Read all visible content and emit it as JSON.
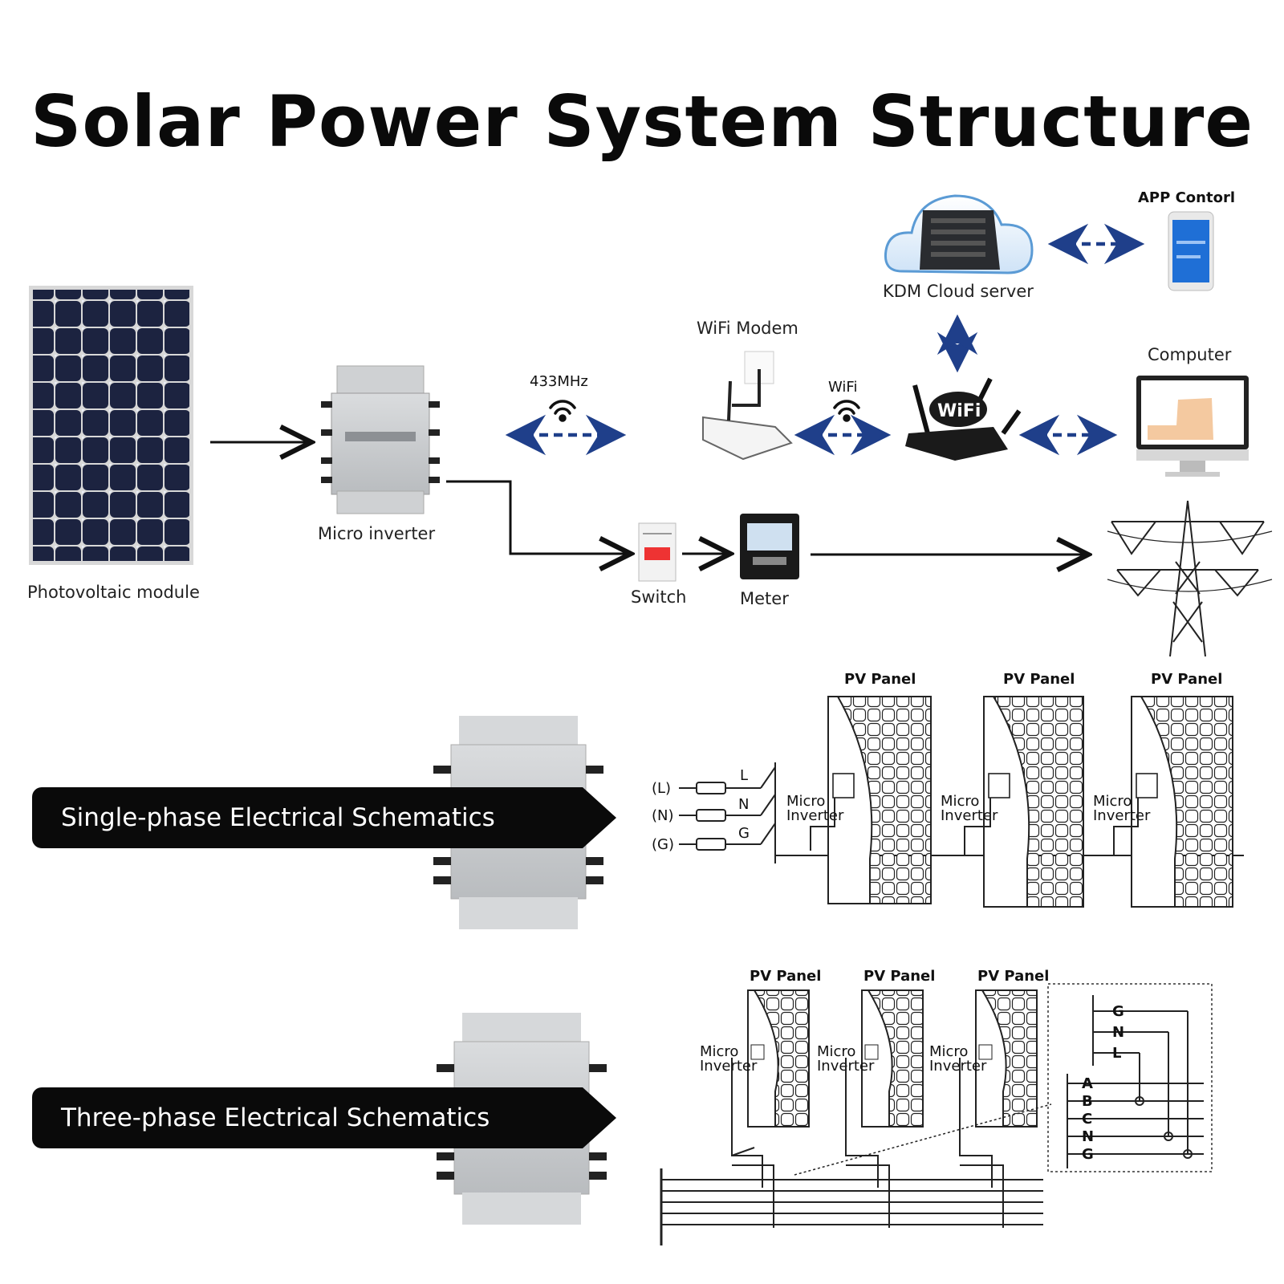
{
  "title": "Solar Power System Structure",
  "components": {
    "photovoltaic_module": "Photovoltaic module",
    "micro_inverter": "Micro inverter",
    "switch": "Switch",
    "meter": "Meter",
    "wifi_modem": "WiFi Modem",
    "cloud_server": "KDM Cloud server",
    "app_control": "APP Contorl",
    "computer": "Computer"
  },
  "links": {
    "rf": "433MHz",
    "wifi": "WiFi"
  },
  "single_phase": {
    "banner": "Single-phase Electrical Schematics",
    "panel_label": "PV Panel",
    "inverter_label_line1": "Micro",
    "inverter_label_line2": "Inverter",
    "terminals": [
      "(L)",
      "(N)",
      "(G)"
    ],
    "wire_letters": [
      "L",
      "N",
      "G"
    ]
  },
  "three_phase": {
    "banner": "Three-phase Electrical Schematics",
    "panel_label": "PV Panel",
    "inverter_label_line1": "Micro",
    "inverter_label_line2": "Inverter",
    "upper_bus": [
      "G",
      "N",
      "L"
    ],
    "lower_bus": [
      "A",
      "B",
      "C",
      "N",
      "G"
    ]
  },
  "colors": {
    "arrow_dark": "#111111",
    "link_blue": "#1f3f8a",
    "panel_blue": "#1c2340",
    "inverter_silver": "#c9cbcd",
    "banner_bg": "#0a0a0a"
  }
}
